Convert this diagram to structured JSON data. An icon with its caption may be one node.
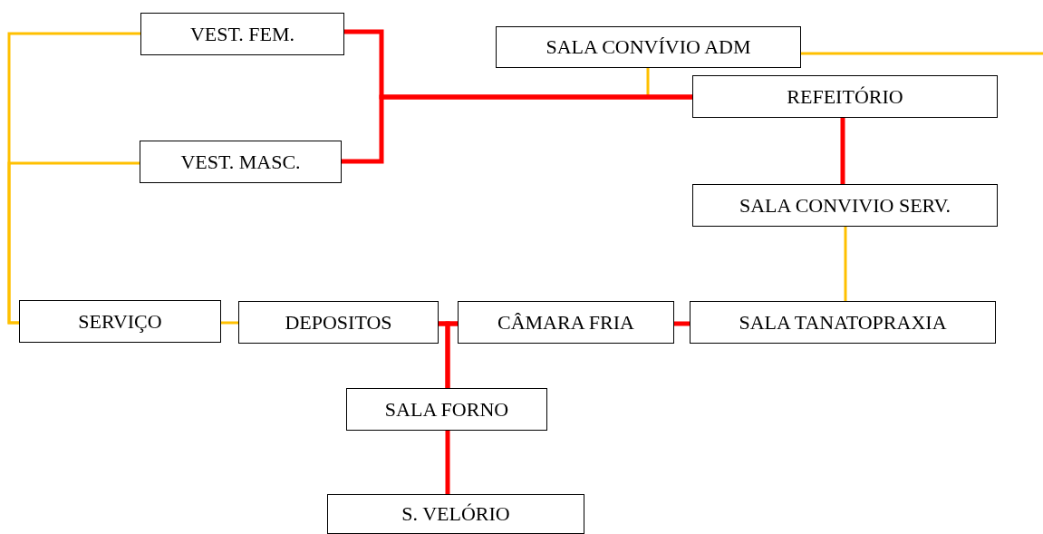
{
  "diagram": {
    "nodes": [
      {
        "text": [
          "VEST. FEM."
        ]
      },
      {
        "text": [
          "SALA CONVÍVIO ADM"
        ]
      },
      {
        "text": [
          "REFEITÓRIO"
        ]
      },
      {
        "text": [
          "VEST. MASC."
        ]
      },
      {
        "text": [
          "SALA CONVIVIO SERV."
        ]
      },
      {
        "text": [
          "SERVIÇO"
        ]
      },
      {
        "text": [
          "DEPOSITOS"
        ]
      },
      {
        "text": [
          "CÂMARA FRIA"
        ]
      },
      {
        "text": [
          "SALA TANATOPRAXIA"
        ]
      },
      {
        "text": [
          "SALA FORNO"
        ]
      },
      {
        "text": [
          "S. VELÓRIO"
        ]
      }
    ],
    "edges": [
      {
        "from": 0,
        "to": 5,
        "arrow": "none",
        "color": "#ffc000"
      },
      {
        "from": 3,
        "to": 5,
        "arrow": "none",
        "color": "#ffc000"
      },
      {
        "from": 5,
        "to": 6,
        "arrow": "none",
        "color": "#ffc000"
      },
      {
        "from": 1,
        "to": 2,
        "arrow": "none",
        "color": "#ffc000"
      },
      {
        "from": 1,
        "to": null,
        "arrow": "none",
        "color": "#ffc000"
      },
      {
        "from": 4,
        "to": 8,
        "arrow": "none",
        "color": "#ffc000"
      },
      {
        "from": 0,
        "to": 2,
        "arrow": "none"
      },
      {
        "from": 3,
        "to": 2,
        "arrow": "none"
      },
      {
        "from": 2,
        "to": 4,
        "arrow": "none"
      },
      {
        "from": 6,
        "to": 7,
        "arrow": "none"
      },
      {
        "from": 9,
        "to": 6,
        "arrow": "none"
      },
      {
        "from": 9,
        "to": 7,
        "arrow": "none"
      },
      {
        "from": 7,
        "to": 8,
        "arrow": "none"
      },
      {
        "from": 9,
        "to": 10,
        "arrow": "none"
      }
    ]
  }
}
